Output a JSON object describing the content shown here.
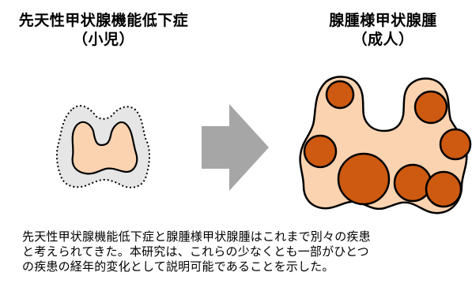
{
  "left_panel": {
    "title_line1": "先天性甲状腺機能低下症",
    "title_line2": "（小児）"
  },
  "right_panel": {
    "title_line1": "腺腫様甲状腺腫",
    "title_line2": "（成人）"
  },
  "caption": {
    "line1": "先天性甲状腺機能低下症と腺腫様甲状腺腫はこれまで別々の疾患",
    "line2": "と考えられてきた。本研究は、これらの少なくとも一部がひとつ",
    "line3": "の疾患の経年的変化として説明可能であることを示した。"
  },
  "colors": {
    "gland_fill": "#fcd3b0",
    "normal_outline_fill": "#e6e6e6",
    "nodule_fill": "#cd5a10",
    "arrow_fill": "#a6a6a6",
    "stroke": "#000000"
  }
}
